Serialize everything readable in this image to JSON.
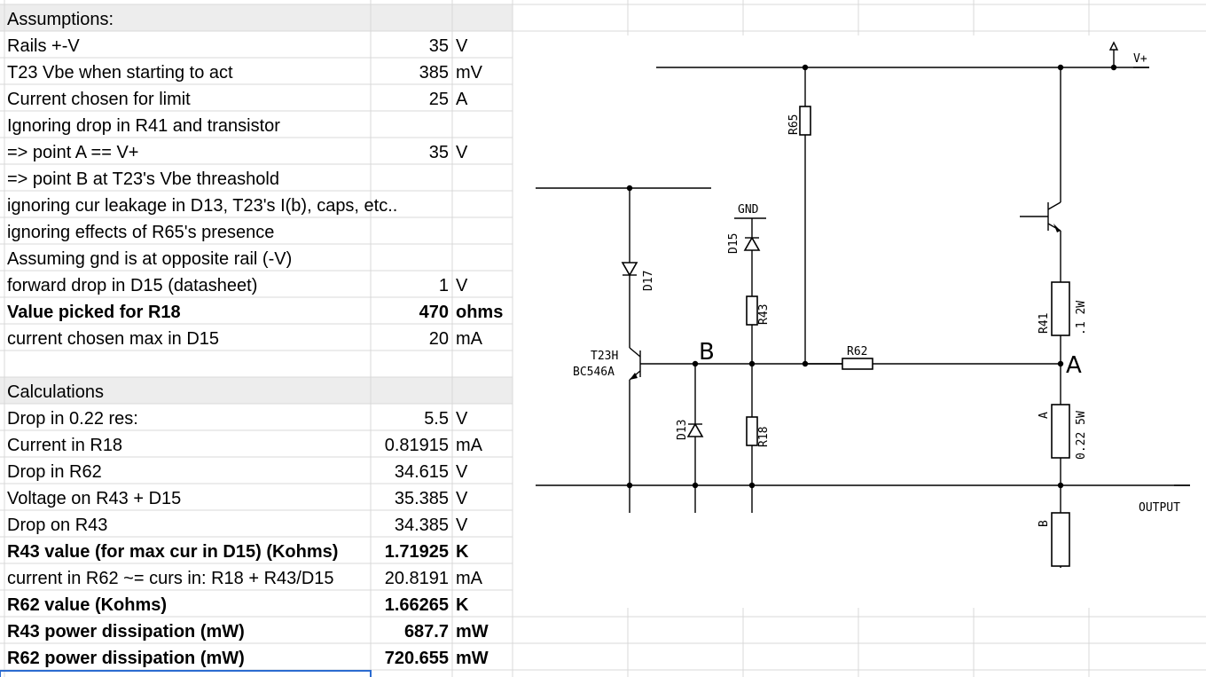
{
  "sheet": {
    "assumptions_title": "Assumptions:",
    "calculations_title": "Calculations",
    "rows": [
      {
        "label": "Rails +-V",
        "value": "35",
        "unit": "V",
        "bold": false
      },
      {
        "label": "T23 Vbe when starting to act",
        "value": "385",
        "unit": "mV",
        "bold": false
      },
      {
        "label": "Current chosen for limit",
        "value": "25",
        "unit": "A",
        "bold": false
      },
      {
        "label": "Ignoring drop in R41 and transistor",
        "value": "",
        "unit": "",
        "bold": false
      },
      {
        "label": "=> point A == V+",
        "value": "35",
        "unit": "V",
        "bold": false
      },
      {
        "label": "=> point B at T23's Vbe threashold",
        "value": "",
        "unit": "",
        "bold": false
      },
      {
        "label": "ignoring cur leakage in D13, T23's I(b), caps, etc..",
        "value": "",
        "unit": "",
        "bold": false
      },
      {
        "label": "ignoring effects of R65's presence",
        "value": "",
        "unit": "",
        "bold": false
      },
      {
        "label": "Assuming gnd is at opposite rail (-V)",
        "value": "",
        "unit": "",
        "bold": false
      },
      {
        "label": "forward drop in D15 (datasheet)",
        "value": "1",
        "unit": "V",
        "bold": false
      },
      {
        "label": "Value picked for R18",
        "value": "470",
        "unit": "ohms",
        "bold": true
      },
      {
        "label": "current chosen max in D15",
        "value": "20",
        "unit": "mA",
        "bold": false
      }
    ],
    "calc_rows": [
      {
        "label": "Drop in 0.22 res:",
        "value": "5.5",
        "unit": "V",
        "bold": false
      },
      {
        "label": "Current in R18",
        "value": "0.81915",
        "unit": "mA",
        "bold": false
      },
      {
        "label": "Drop in R62",
        "value": "34.615",
        "unit": "V",
        "bold": false
      },
      {
        "label": "Voltage on R43 + D15",
        "value": "35.385",
        "unit": "V",
        "bold": false
      },
      {
        "label": "Drop on R43",
        "value": "34.385",
        "unit": "V",
        "bold": false
      },
      {
        "label": "R43 value (for max cur in D15) (Kohms)",
        "value": "1.71925",
        "unit": "K",
        "bold": true
      },
      {
        "label": "current in R62 ~= curs in: R18 + R43/D15",
        "value": "20.8191",
        "unit": "mA",
        "bold": false
      },
      {
        "label": "R62 value (Kohms)",
        "value": "1.66265",
        "unit": "K",
        "bold": true
      },
      {
        "label": "R43 power dissipation (mW)",
        "value": "687.7",
        "unit": "mW",
        "bold": true
      },
      {
        "label": "R62 power dissipation (mW)",
        "value": "720.655",
        "unit": "mW",
        "bold": true
      }
    ]
  },
  "schematic": {
    "labels": {
      "vplus": "V+",
      "gnd": "GND",
      "output": "OUTPUT",
      "t23h": "T23H",
      "bc546a": "BC546A",
      "point_a": "A",
      "point_b": "B",
      "r65": "R65",
      "d17": "D17",
      "d15": "D15",
      "r43": "R43",
      "d13": "D13",
      "r18": "R18",
      "r62": "R62",
      "r41": "R41",
      "r41_value": ".1 2W",
      "res_a": "A",
      "res_a_value": "0.22 5W",
      "res_b": "B"
    }
  }
}
